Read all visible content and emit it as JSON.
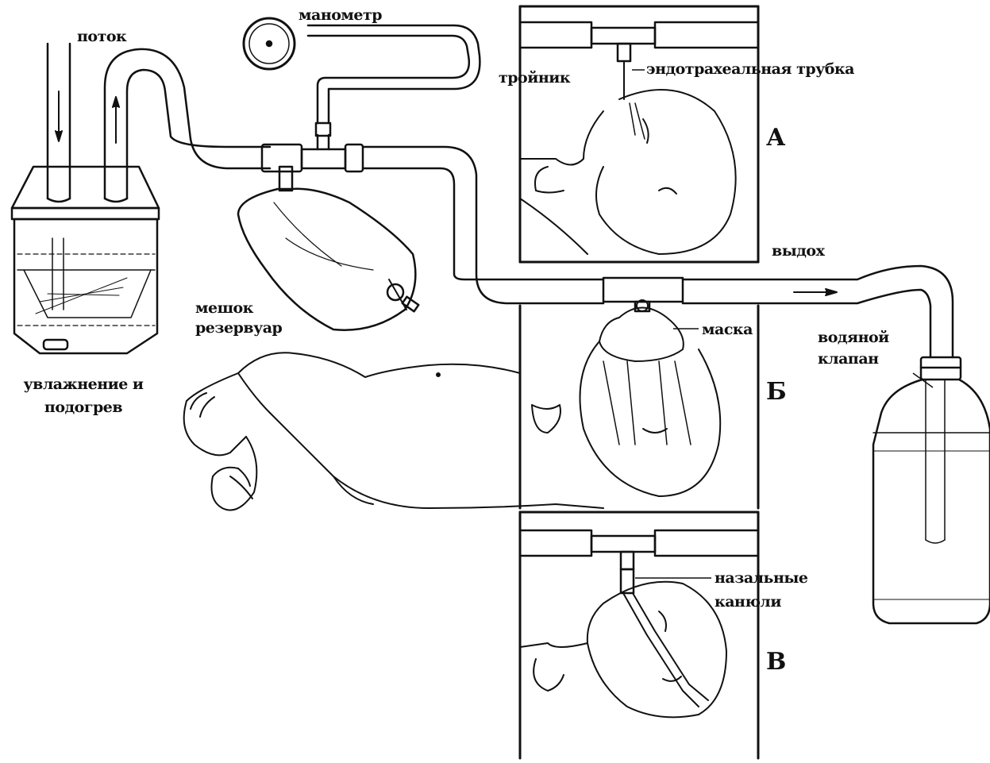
{
  "labels": {
    "flow": "поток",
    "manometer": "манометр",
    "tee": "тройник",
    "endotracheal_tube": "эндотрахеальная трубка",
    "panel_a": "А",
    "exhale": "выдох",
    "reservoir_bag_line1": "мешок",
    "reservoir_bag_line2": "резервуар",
    "mask": "маска",
    "panel_b": "Б",
    "water_valve_line1": "водяной",
    "water_valve_line2": "клапан",
    "humidifier_line1": "увлажнение и",
    "humidifier_line2": "подогрев",
    "nasal_cannulae_line1": "назальные",
    "nasal_cannulae_line2": "канюли",
    "panel_v": "В"
  },
  "colors": {
    "ink": "#111111",
    "paper": "#ffffff"
  }
}
